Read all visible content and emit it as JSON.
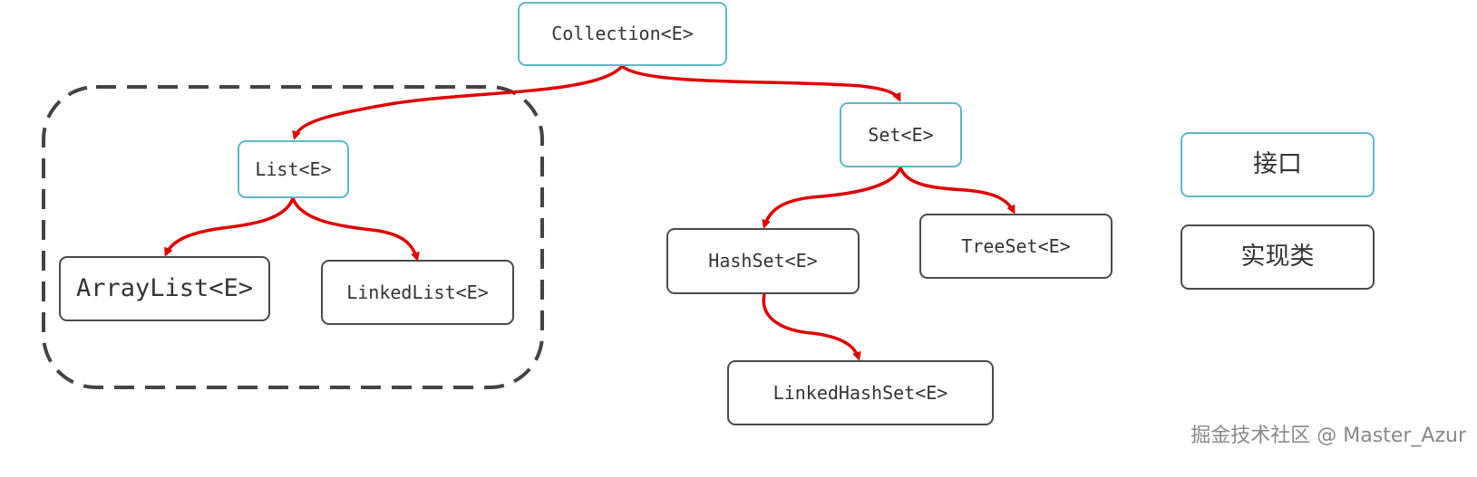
{
  "nodes": {
    "collection": "Collection<E>",
    "list": "List<E>",
    "set": "Set<E>",
    "arraylist": "ArrayList<E>",
    "linkedlist": "LinkedList<E>",
    "hashset": "HashSet<E>",
    "treeset": "TreeSet<E>",
    "linkedhashset": "LinkedHashSet<E>"
  },
  "legend": {
    "interface_label": "接口",
    "impl_label": "实现类"
  },
  "watermark": "掘金技术社区 @ Master_Azur",
  "colors": {
    "interface_border": "#5fb8c8",
    "impl_border": "#4a4a4a",
    "arrow": "#e00000",
    "group_border": "#444444"
  }
}
